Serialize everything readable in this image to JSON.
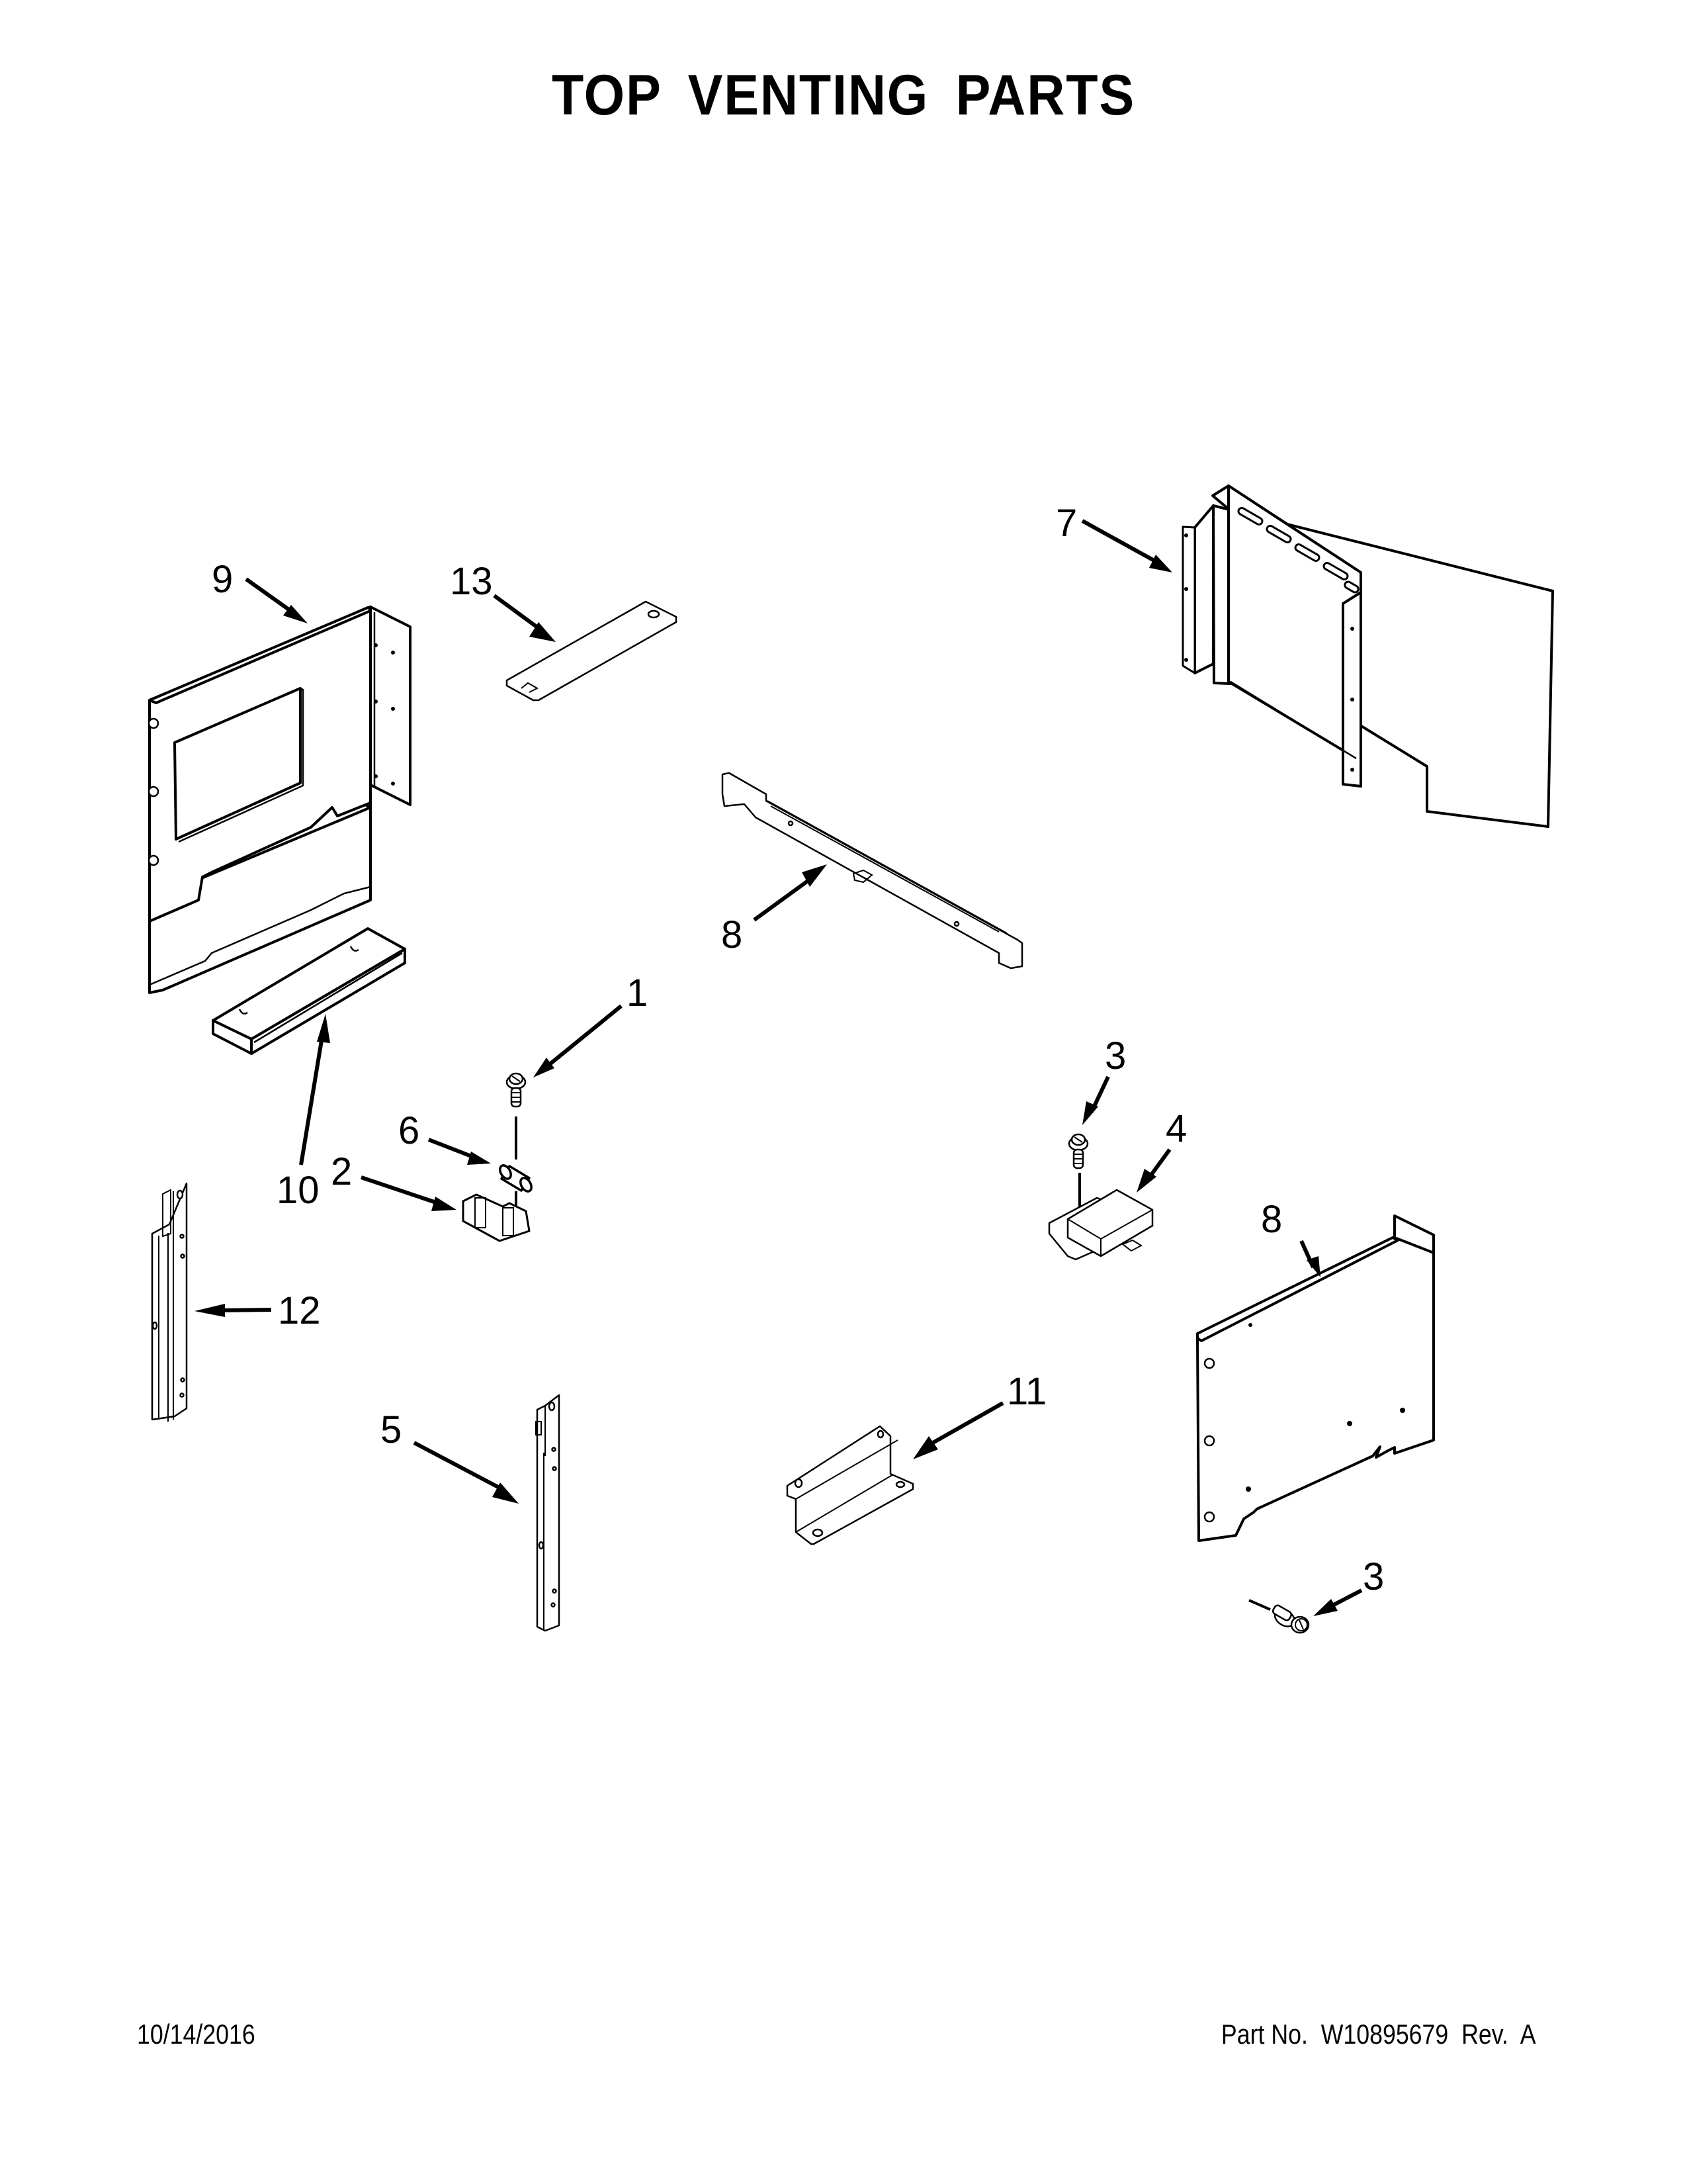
{
  "page": {
    "title": "TOP VENTING PARTS",
    "footer": {
      "date": "10/14/2016",
      "part_number_text": "Part No.  W10895679  Rev.  A",
      "part_number_label": "Part No.",
      "part_number": "W10895679",
      "revision_label": "Rev.",
      "revision": "A"
    }
  },
  "callouts": [
    {
      "id": "c1",
      "label": "1",
      "part": "screw"
    },
    {
      "id": "c2",
      "label": "2",
      "part": "fuse-holder"
    },
    {
      "id": "c3a",
      "label": "3",
      "part": "screw"
    },
    {
      "id": "c3b",
      "label": "3",
      "part": "screw"
    },
    {
      "id": "c4",
      "label": "4",
      "part": "electronic-module-box"
    },
    {
      "id": "c5",
      "label": "5",
      "part": "vertical-rail"
    },
    {
      "id": "c6",
      "label": "6",
      "part": "fuse"
    },
    {
      "id": "c7",
      "label": "7",
      "part": "vented-panel"
    },
    {
      "id": "c8a",
      "label": "8",
      "part": "side-panel-left"
    },
    {
      "id": "c8b",
      "label": "8",
      "part": "side-panel-right"
    },
    {
      "id": "c9",
      "label": "9",
      "part": "crossbar"
    },
    {
      "id": "c10",
      "label": "10",
      "part": "channel-bracket"
    },
    {
      "id": "c11",
      "label": "11",
      "part": "z-bracket"
    },
    {
      "id": "c12",
      "label": "12",
      "part": "flat-strap"
    },
    {
      "id": "c13",
      "label": "13",
      "part": "vertical-rail"
    }
  ]
}
